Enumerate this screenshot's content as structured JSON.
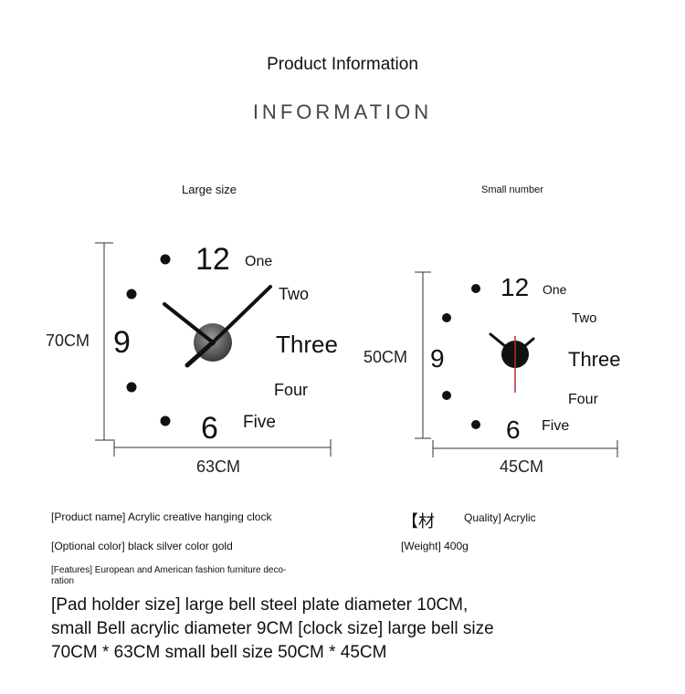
{
  "header": {
    "title": "Product Information",
    "subtitle": "INFORMATION"
  },
  "clocks": {
    "large": {
      "label": "Large size",
      "height": "70CM",
      "width": "63CM"
    },
    "small": {
      "label": "Small number",
      "height": "50CM",
      "width": "45CM"
    },
    "numerals": {
      "twelve": "12",
      "nine": "9",
      "six": "6",
      "one": "One",
      "two": "Two",
      "three": "Three",
      "four": "Four",
      "five": "Five"
    }
  },
  "specs": {
    "product_name": "[Product name] Acrylic creative hanging clock",
    "optional_color": "[Optional color] black silver color gold",
    "features_line1": "[Features] European and American fashion furniture deco-",
    "features_line2": "ration",
    "material_bracket": "【材",
    "quality": "Quality] Acrylic",
    "weight": "[Weight] 400g",
    "pad_holder": "[Pad holder size] large bell steel plate diameter 10CM, small Bell acrylic diameter 9CM [clock size] large bell size 70CM * 63CM small bell size 50CM * 45CM"
  }
}
